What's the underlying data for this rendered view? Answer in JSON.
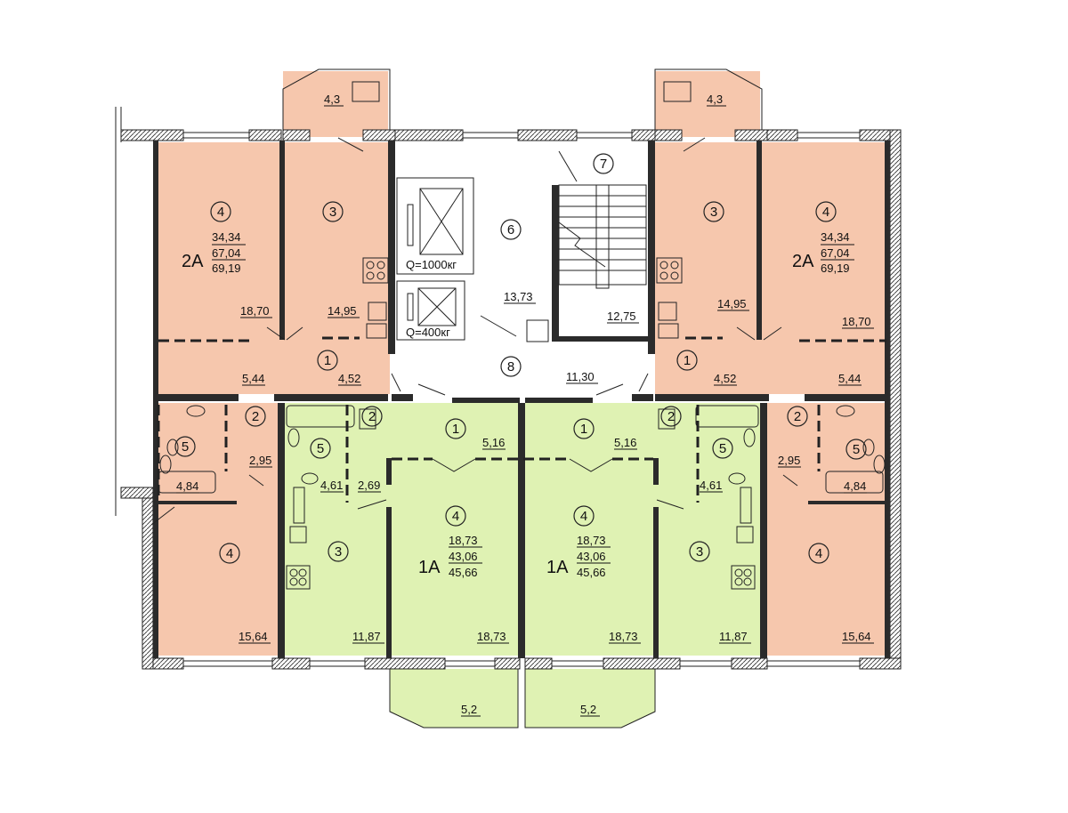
{
  "colors": {
    "two_room": "#f6c7ad",
    "one_room": "#dff2b3",
    "common": "#ffffff",
    "wall": "#2b2b2b"
  },
  "units": {
    "left_2a": {
      "type": "2А",
      "living": "34,34",
      "total": "67,04",
      "total_with_balcony": "69,19",
      "balcony": "4,3",
      "rooms": {
        "r1": "1",
        "r2": "2",
        "r3": "3",
        "r4a": "4",
        "r4b": "4",
        "r5": "5"
      },
      "areas": {
        "a1870": "18,70",
        "a1495": "14,95",
        "a544": "5,44",
        "a452": "4,52",
        "a295": "2,95",
        "a484": "4,84",
        "a1564": "15,64"
      }
    },
    "right_2a": {
      "type": "2А",
      "living": "34,34",
      "total": "67,04",
      "total_with_balcony": "69,19",
      "balcony": "4,3",
      "rooms": {
        "r1": "1",
        "r2": "2",
        "r3": "3",
        "r4a": "4",
        "r4b": "4",
        "r5": "5"
      },
      "areas": {
        "a1870": "18,70",
        "a1495": "14,95",
        "a544": "5,44",
        "a452": "4,52",
        "a295": "2,95",
        "a484": "4,84",
        "a1564": "15,64"
      }
    },
    "left_1a": {
      "type": "1А",
      "living": "18,73",
      "total": "43,06",
      "total_with_balcony": "45,66",
      "balcony": "5,2",
      "rooms": {
        "r1": "1",
        "r2": "2",
        "r3": "3",
        "r4": "4",
        "r5": "5"
      },
      "areas": {
        "a516": "5,16",
        "a461": "4,61",
        "a269": "2,69",
        "a1187": "11,87",
        "a1873": "18,73"
      }
    },
    "right_1a": {
      "type": "1А",
      "living": "18,73",
      "total": "43,06",
      "total_with_balcony": "45,66",
      "balcony": "5,2",
      "rooms": {
        "r1": "1",
        "r2": "2",
        "r3": "3",
        "r4": "4",
        "r5": "5"
      },
      "areas": {
        "a516": "5,16",
        "a461": "4,61",
        "a1187": "11,87",
        "a1873": "18,73"
      }
    }
  },
  "core": {
    "lift_big": "Q=1000кг",
    "lift_small": "Q=400кг",
    "hall_num": "6",
    "hall_area": "13,73",
    "stair_num": "7",
    "stair_area": "12,75",
    "lobby_num": "8",
    "lobby_area": "11,30"
  }
}
